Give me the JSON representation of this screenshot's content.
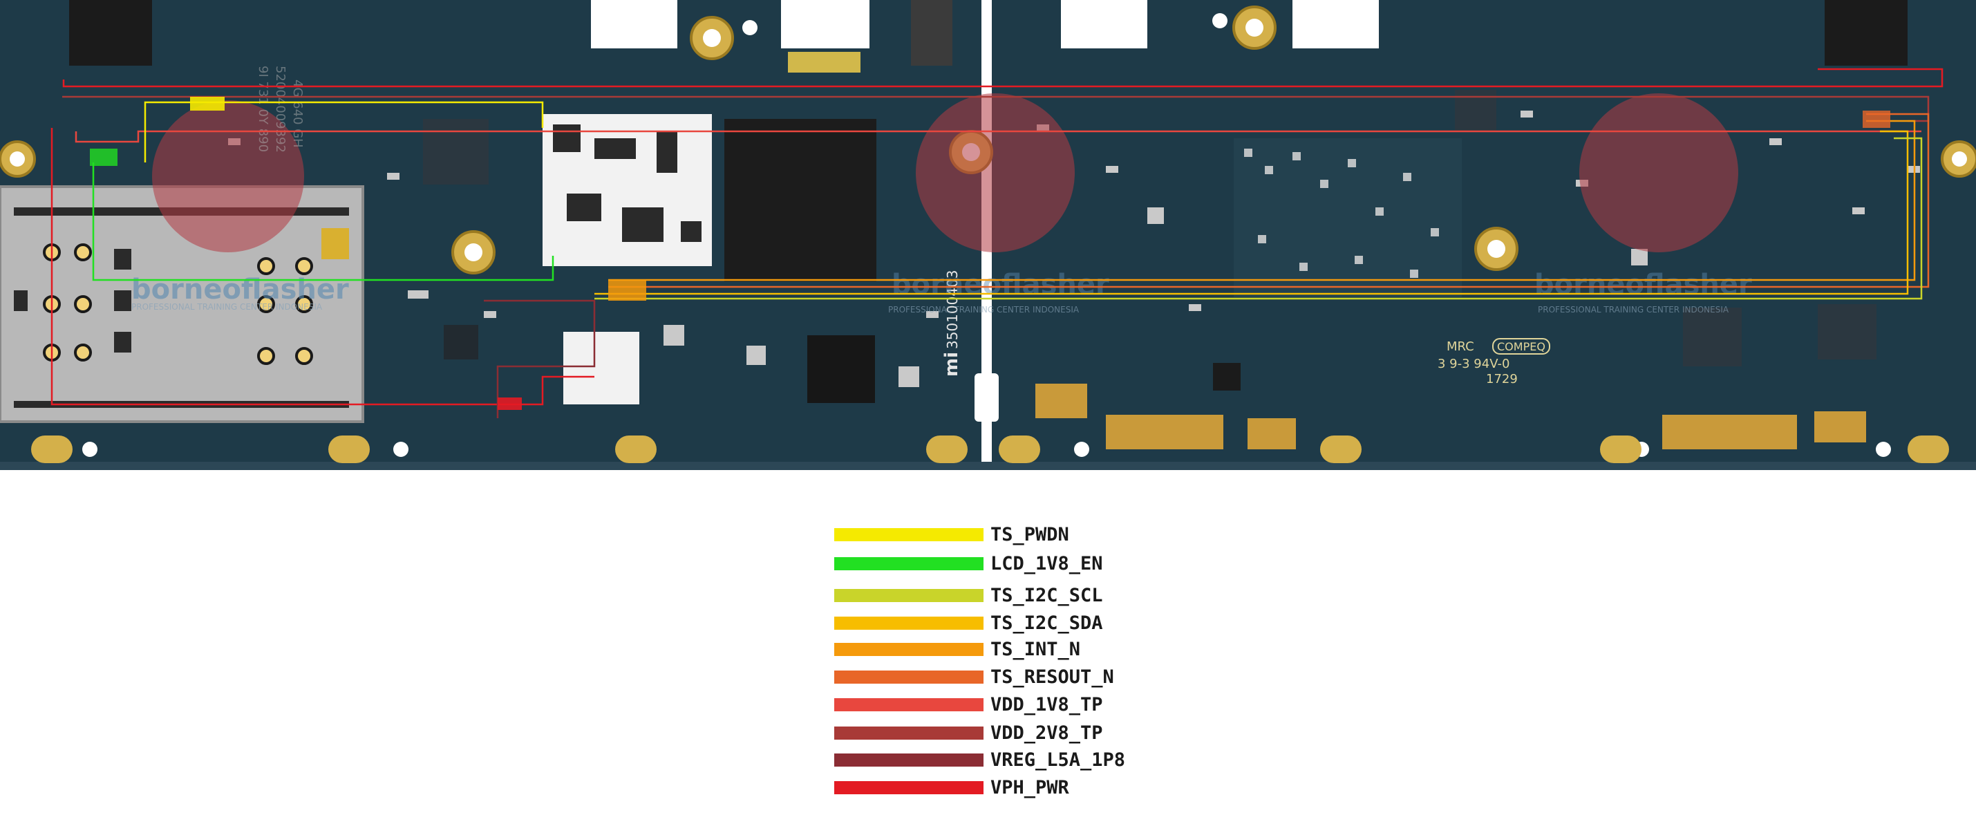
{
  "board": {
    "silkscreen_model": "350100403",
    "silkscreen_logo": "mi",
    "marking_line1": "MRC",
    "marking_brand": "COMPEQ",
    "marking_line2": "3   9-3   94V-0",
    "marking_date": "1729",
    "watermark_brand": "borneoflasher",
    "watermark_tagline": "PROFESSIONAL TRAINING CENTER INDONESIA",
    "chip_label_1": "9I 731 0Y 890",
    "chip_label_2": "52004009392",
    "chip_label_3": "4G 640 GH"
  },
  "legend": [
    {
      "label": "TS_PWDN",
      "color": "#f5ea00"
    },
    {
      "label": "LCD_1V8_EN",
      "color": "#22e022"
    },
    {
      "label": "TS_I2C_SCL",
      "color": "#c9d42a"
    },
    {
      "label": "TS_I2C_SDA",
      "color": "#f7bd00"
    },
    {
      "label": "TS_INT_N",
      "color": "#f59a0c"
    },
    {
      "label": "TS_RESOUT_N",
      "color": "#e86628"
    },
    {
      "label": "VDD_1V8_TP",
      "color": "#e8473e"
    },
    {
      "label": "VDD_2V8_TP",
      "color": "#a83a37"
    },
    {
      "label": "VREG_L5A_1P8",
      "color": "#8b2d34"
    },
    {
      "label": "VPH_PWR",
      "color": "#e31b23"
    }
  ]
}
